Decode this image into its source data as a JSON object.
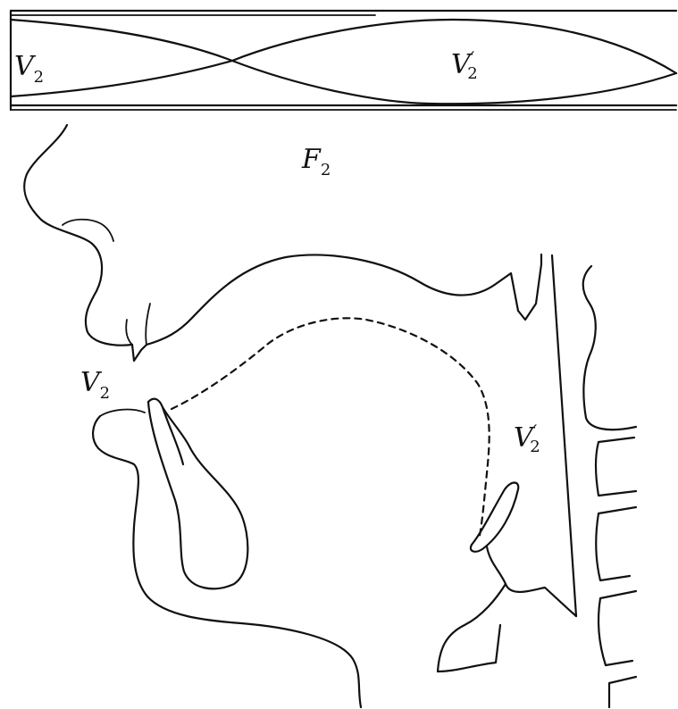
{
  "labels": {
    "v2_standing_wave": "V",
    "v2_standing_wave_sub": "2",
    "v2prime_standing_wave": "V",
    "v2prime_standing_wave_prime": "′",
    "v2prime_standing_wave_sub": "2",
    "formant": "F",
    "formant_sub": "2",
    "v2_lips": "V",
    "v2_lips_sub": "2",
    "v2prime_pharynx": "V",
    "v2prime_pharynx_prime": "′",
    "v2prime_pharynx_sub": "2"
  },
  "colors": {
    "ink": "#111111",
    "background": "#ffffff"
  }
}
